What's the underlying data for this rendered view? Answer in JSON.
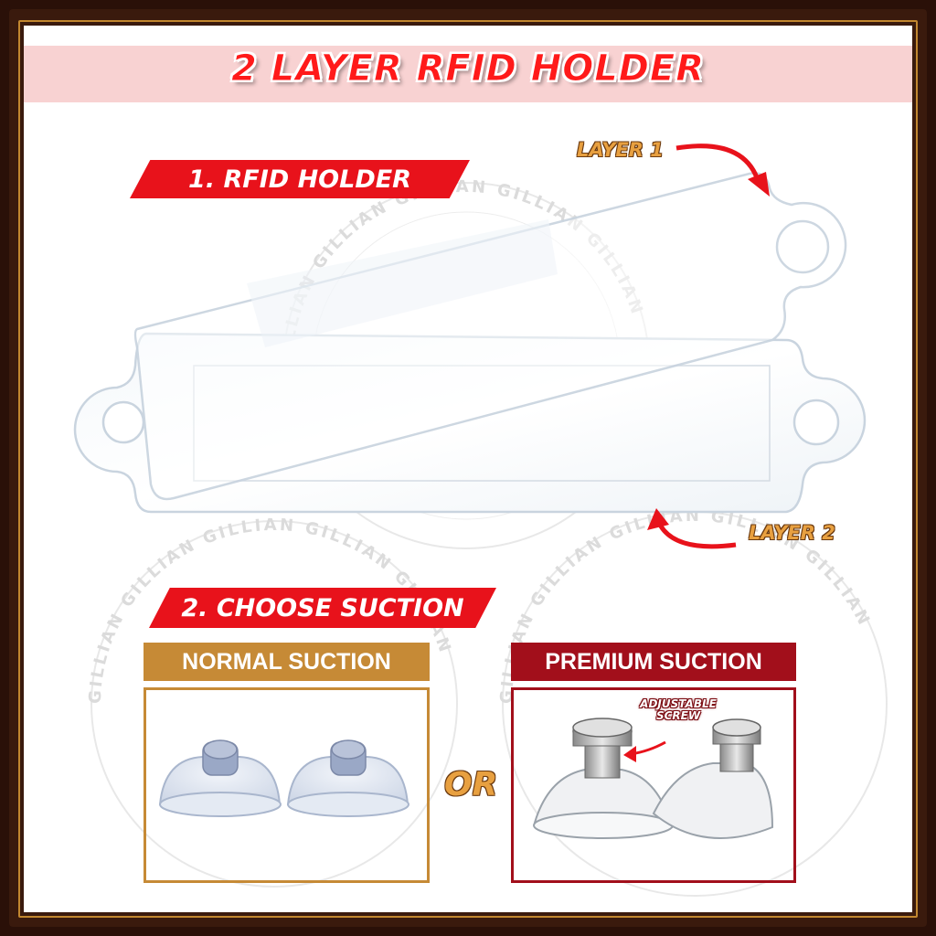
{
  "title": "2 LAYER RFID HOLDER",
  "section1": {
    "label": "1. RFID HOLDER"
  },
  "section2": {
    "label": "2. CHOOSE SUCTION"
  },
  "callouts": {
    "layer1": "LAYER 1",
    "layer2": "LAYER 2"
  },
  "options": {
    "normal": {
      "label": "NORMAL SUCTION"
    },
    "premium": {
      "label": "PREMIUM SUCTION",
      "callout_line1": "ADJUSTABLE",
      "callout_line2": "SCREW"
    }
  },
  "separator": "OR",
  "watermark": "GILLIAN",
  "colors": {
    "frame": "#3a1a0d",
    "gold": "#c68a36",
    "red": "#e8121b",
    "dark_red": "#a20f1b",
    "title_band": "#f8d2d2"
  },
  "icons": [
    "curved-arrow-icon",
    "suction-cup-icon",
    "rfid-holder-image"
  ]
}
